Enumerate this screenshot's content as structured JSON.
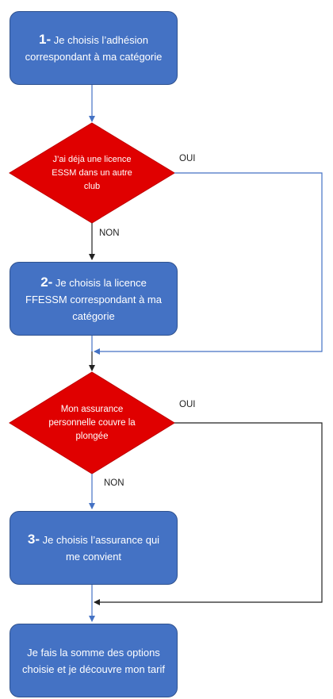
{
  "colors": {
    "step_fill": "#4472c4",
    "step_border": "#2f528f",
    "decision_fill": "#e00000",
    "decision_border": "#c00000",
    "blue_arrow": "#4472c4",
    "black_line": "#222222"
  },
  "steps": {
    "s1": {
      "number": "1-",
      "text": " Je choisis l’adhésion correspondant à ma catégorie"
    },
    "s2": {
      "number": "2-",
      "text": " Je choisis la licence FFESSM correspondant à ma catégorie"
    },
    "s3": {
      "number": "3-",
      "text": " Je choisis l’assurance qui me convient"
    },
    "final": {
      "text": "Je fais la somme des options choisie et je découvre mon tarif"
    }
  },
  "decisions": {
    "d1": {
      "text": "J’ai déjà une licence ESSM dans un autre club"
    },
    "d2": {
      "text": "Mon assurance personnelle couvre la plongée"
    }
  },
  "labels": {
    "yes": "OUI",
    "no": "NON"
  }
}
